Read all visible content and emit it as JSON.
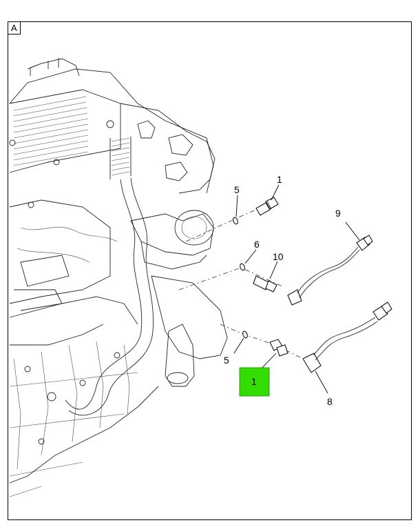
{
  "view_label": "A",
  "highlight": {
    "number": "1",
    "color": "#33dd00"
  },
  "callouts": {
    "c1_top": "1",
    "c5_top": "5",
    "c9": "9",
    "c6": "6",
    "c10": "10",
    "c5_bottom": "5",
    "c8": "8"
  }
}
